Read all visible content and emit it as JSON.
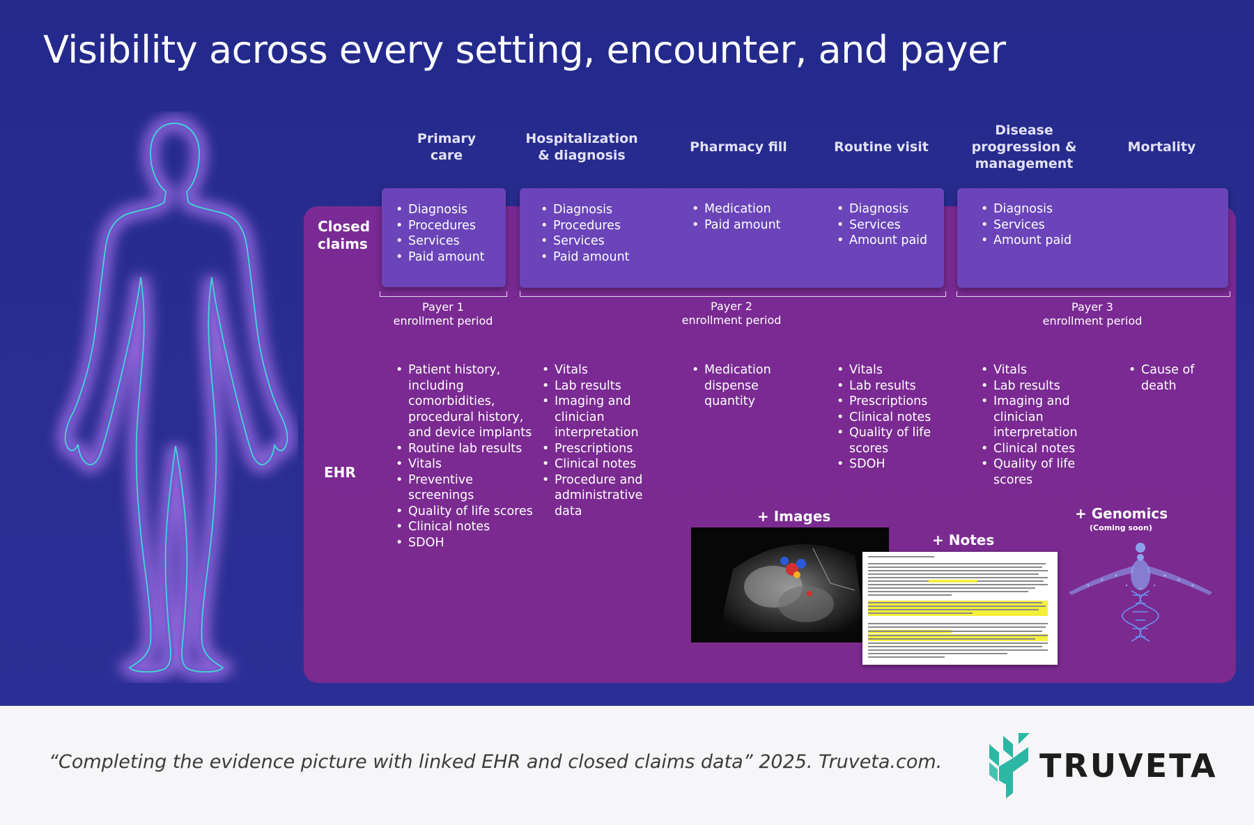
{
  "title": "Visibility across every setting, encounter, and payer",
  "rows": {
    "claims_l1": "Closed",
    "claims_l2": "claims",
    "ehr": "EHR"
  },
  "columns": [
    {
      "l1": "Primary",
      "l2": "care",
      "l3": ""
    },
    {
      "l1": "Hospitalization",
      "l2": "& diagnosis",
      "l3": ""
    },
    {
      "l1": "Pharmacy fill",
      "l2": "",
      "l3": ""
    },
    {
      "l1": "Routine visit",
      "l2": "",
      "l3": ""
    },
    {
      "l1": "Disease",
      "l2": "progression &",
      "l3": "management"
    },
    {
      "l1": "Mortality",
      "l2": "",
      "l3": ""
    }
  ],
  "claims": {
    "primary": [
      "Diagnosis",
      "Procedures",
      "Services",
      "Paid amount"
    ],
    "hospital": [
      "Diagnosis",
      "Procedures",
      "Services",
      "Paid amount"
    ],
    "pharmacy": [
      "Medication",
      "Paid amount"
    ],
    "routine": [
      "Diagnosis",
      "Services",
      "Amount paid"
    ],
    "disease": [
      "Diagnosis",
      "Services",
      "Amount paid"
    ]
  },
  "payers": [
    {
      "l1": "Payer 1",
      "l2": "enrollment period"
    },
    {
      "l1": "Payer 2",
      "l2": "enrollment period"
    },
    {
      "l1": "Payer 3",
      "l2": "enrollment period"
    }
  ],
  "ehr": {
    "primary": [
      [
        "Patient history,",
        "including",
        "comorbidities,",
        "procedural history,",
        "and device implants"
      ],
      [
        "Routine lab results"
      ],
      [
        "Vitals"
      ],
      [
        "Preventive",
        "screenings"
      ],
      [
        "Quality of life scores"
      ],
      [
        "Clinical notes"
      ],
      [
        "SDOH"
      ]
    ],
    "hospital": [
      [
        "Vitals"
      ],
      [
        "Lab results"
      ],
      [
        "Imaging and",
        "clinician",
        "interpretation"
      ],
      [
        "Prescriptions"
      ],
      [
        "Clinical notes"
      ],
      [
        "Procedure and",
        "administrative",
        "data"
      ]
    ],
    "pharmacy": [
      [
        "Medication",
        "dispense",
        "quantity"
      ]
    ],
    "routine": [
      [
        "Vitals"
      ],
      [
        "Lab results"
      ],
      [
        "Prescriptions"
      ],
      [
        "Clinical notes"
      ],
      [
        "Quality of life",
        "scores"
      ],
      [
        "SDOH"
      ]
    ],
    "disease": [
      [
        "Vitals"
      ],
      [
        "Lab results"
      ],
      [
        "Imaging and",
        "clinician",
        "interpretation"
      ],
      [
        "Clinical notes"
      ],
      [
        "Quality of life",
        "scores"
      ]
    ],
    "mortality": [
      [
        "Cause of",
        "death"
      ]
    ]
  },
  "extras": {
    "images": "+ Images",
    "notes": "+ Notes",
    "genomics": "+ Genomics",
    "genomics_note": "(Coming soon)"
  },
  "citation": "“Completing the evidence picture with linked EHR and closed claims data” 2025. Truveta.com.",
  "brand": "TRUVETA",
  "colors": {
    "background": "#2a2d92",
    "panel": "#7b2a8e",
    "claims_box": "#6a44b8",
    "figure_glow": "#9a6ae0",
    "figure_line": "#40d8d0",
    "logo": "#2bb7a3"
  }
}
